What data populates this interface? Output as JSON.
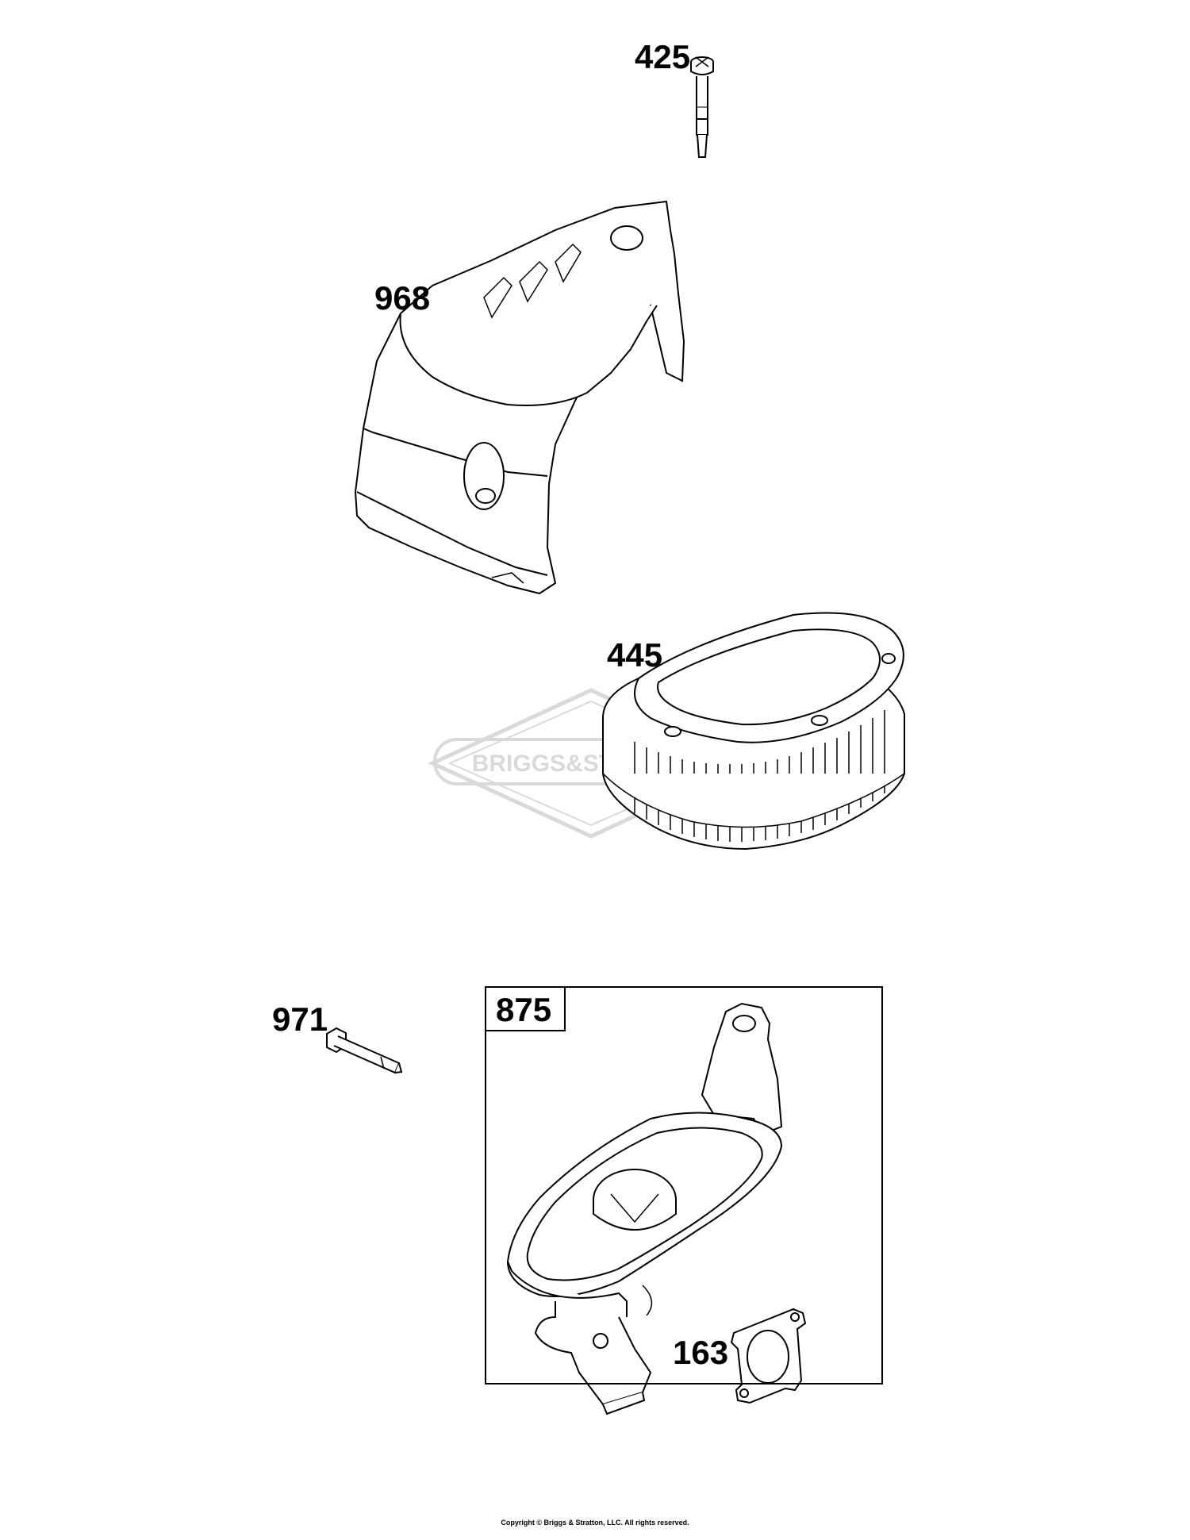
{
  "callouts": {
    "p425": "425",
    "p968": "968",
    "p445": "445",
    "p971": "971",
    "p875": "875",
    "p163": "163"
  },
  "watermark": {
    "text": "BRIGGS&STRATTON"
  },
  "footer": {
    "copyright": "Copyright © Briggs & Stratton, LLC. All rights reserved."
  },
  "colors": {
    "line": "#000000",
    "watermark": "#d9d9d9",
    "background": "#ffffff"
  }
}
